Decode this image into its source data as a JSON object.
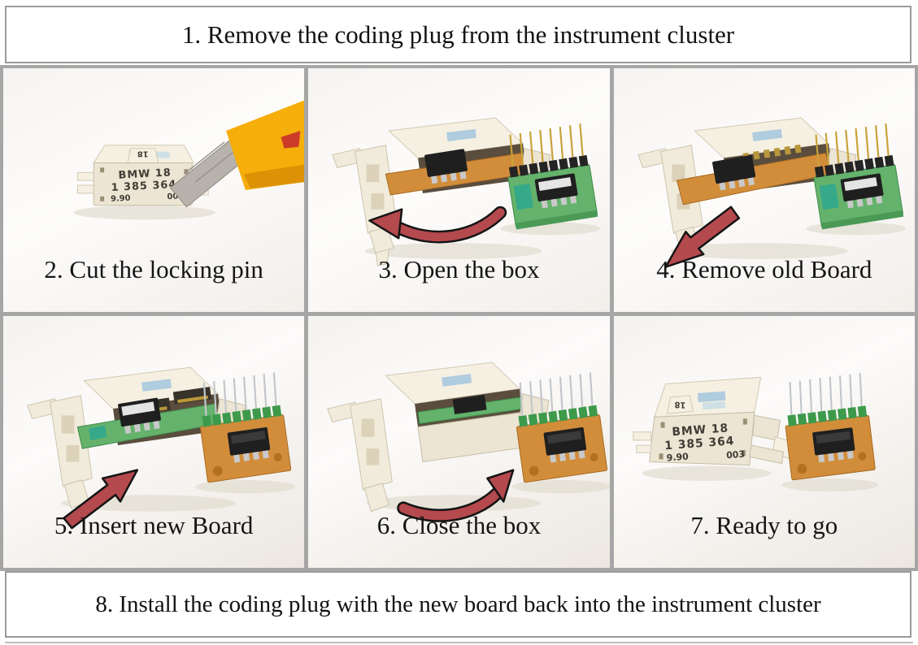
{
  "header": {
    "text": "1. Remove the coding plug from the instrument cluster"
  },
  "footer": {
    "text": "8. Install the coding plug with the new board back into the instrument cluster"
  },
  "cells": [
    {
      "caption": "2. Cut the locking pin"
    },
    {
      "caption": "3. Open the box"
    },
    {
      "caption": "4. Remove old Board"
    },
    {
      "caption": "5. Insert new Board"
    },
    {
      "caption": "6. Close the box"
    },
    {
      "caption": "7. Ready to go"
    }
  ],
  "plug_label": {
    "line1": "BMW 18",
    "line2": "1 385 364",
    "line3_left": "9.90",
    "line3_right": "003",
    "tab": "18"
  },
  "icons": {
    "knife": "knife-icon",
    "open_arrow": "curved-red-arrow",
    "close_arrow": "curved-red-arrow",
    "remove_arrow": "straight-red-arrow",
    "insert_arrow": "straight-red-arrow"
  },
  "colors": {
    "arrow_red": "#b4494e",
    "plug_cream": "#ece5d3",
    "pcb_orange": "#d28d3b",
    "pcb_green": "#64b26c",
    "knife_yellow": "#f5ae0a",
    "grid_line": "#a6a6a6",
    "border_gray": "#9b9b9b"
  }
}
